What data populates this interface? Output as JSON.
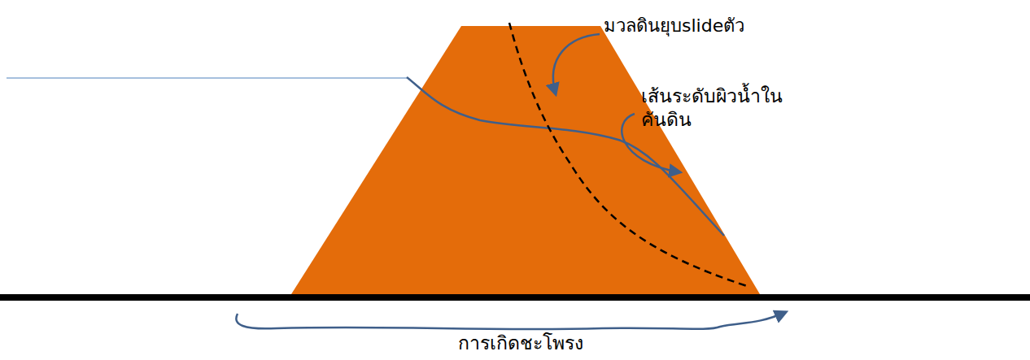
{
  "diagram": {
    "labels": [
      "มวลดินยุบslideตัว",
      "เส้นระดับผิวน้ำใน คันดิน",
      "การเกิดชะโพรง"
    ]
  }
}
